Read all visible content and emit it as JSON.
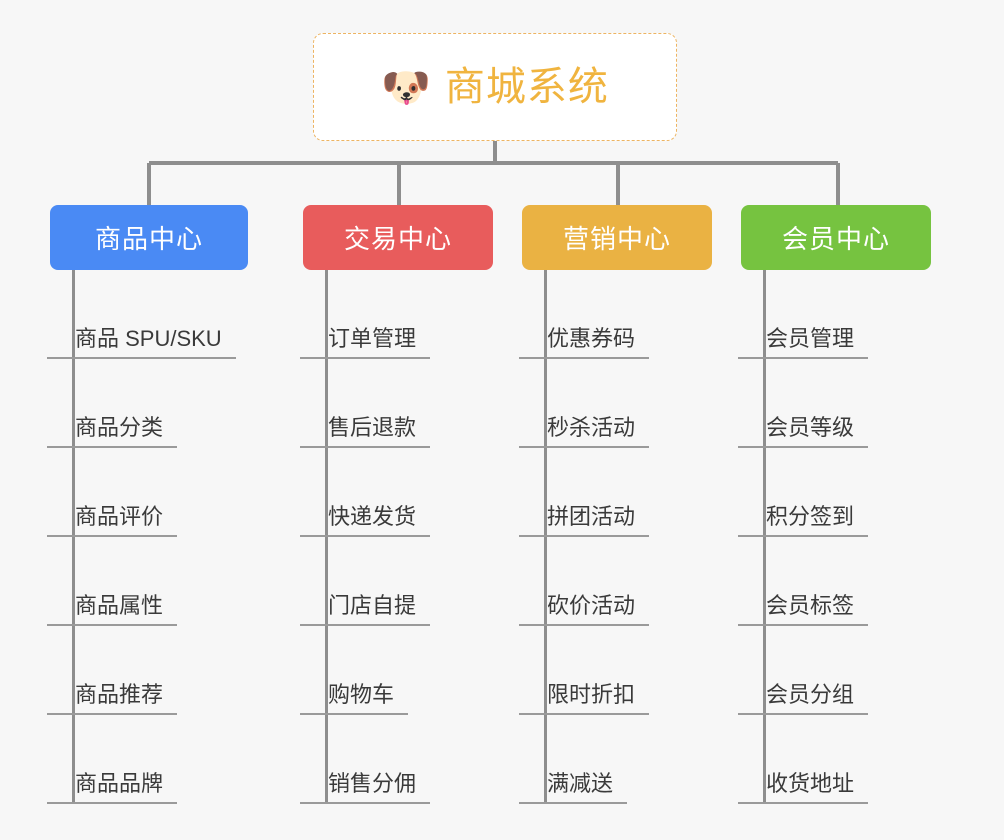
{
  "root": {
    "icon": "dog-face-emoji",
    "icon_glyph": "🐶",
    "title": "商城系统",
    "border_color": "#edb462",
    "text_color": "#f0b43f",
    "background": "#ffffff"
  },
  "canvas": {
    "background": "#f7f7f7",
    "connector_color": "#8e8e8e"
  },
  "columns": [
    {
      "id": "product-center",
      "label": "商品中心",
      "color": "#4a8af4",
      "items": [
        {
          "label": "商品 SPU/SKU"
        },
        {
          "label": "商品分类"
        },
        {
          "label": "商品评价"
        },
        {
          "label": "商品属性"
        },
        {
          "label": "商品推荐"
        },
        {
          "label": "商品品牌"
        }
      ]
    },
    {
      "id": "trade-center",
      "label": "交易中心",
      "color": "#e85c5c",
      "items": [
        {
          "label": "订单管理"
        },
        {
          "label": "售后退款"
        },
        {
          "label": "快递发货"
        },
        {
          "label": "门店自提"
        },
        {
          "label": "购物车"
        },
        {
          "label": "销售分佣"
        }
      ]
    },
    {
      "id": "marketing-center",
      "label": "营销中心",
      "color": "#eab243",
      "items": [
        {
          "label": "优惠券码"
        },
        {
          "label": "秒杀活动"
        },
        {
          "label": "拼团活动"
        },
        {
          "label": "砍价活动"
        },
        {
          "label": "限时折扣"
        },
        {
          "label": "满减送"
        }
      ]
    },
    {
      "id": "member-center",
      "label": "会员中心",
      "color": "#76c340",
      "items": [
        {
          "label": "会员管理"
        },
        {
          "label": "会员等级"
        },
        {
          "label": "积分签到"
        },
        {
          "label": "会员标签"
        },
        {
          "label": "会员分组"
        },
        {
          "label": "收货地址"
        }
      ]
    }
  ]
}
